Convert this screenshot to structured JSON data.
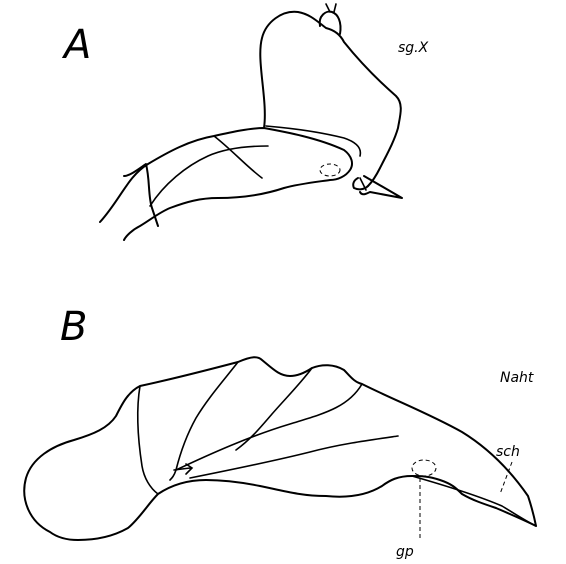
{
  "panels": [
    {
      "letter": "A",
      "labels": {
        "segment": "sg.X"
      }
    },
    {
      "letter": "B",
      "labels": {
        "suture": "Naht",
        "sheath": "sch",
        "genital_pore": "gp"
      }
    }
  ]
}
